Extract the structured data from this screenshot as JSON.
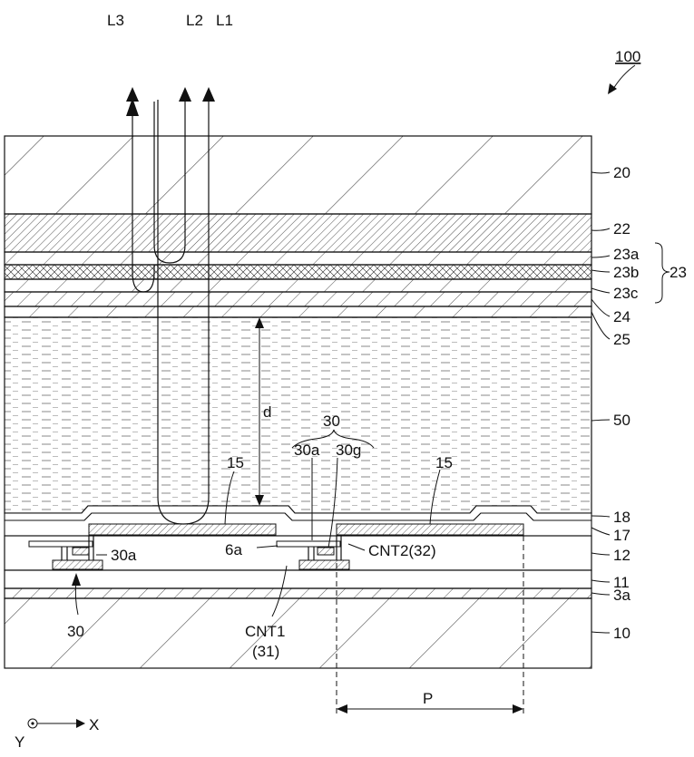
{
  "figure_ref": "100",
  "light_rays": [
    "L3",
    "L2",
    "L1"
  ],
  "layers": {
    "l20": "20",
    "l22": "22",
    "l23a": "23a",
    "l23b": "23b",
    "l23c": "23c",
    "l23": "23",
    "l24": "24",
    "l25": "25",
    "l50": "50",
    "l18": "18",
    "l17": "17",
    "l12": "12",
    "l11": "11",
    "l3a": "3a",
    "l10": "10"
  },
  "gap_label": "d",
  "pitch_label": "P",
  "elements": {
    "tft_top": "30",
    "tft_sub_a": "30a",
    "tft_sub_g": "30g",
    "electrode_left": "15",
    "electrode_right": "15",
    "tft_left_a": "30a",
    "wire_6a": "6a",
    "cnt2": "CNT2(32)",
    "tft_bottom": "30",
    "cnt1": "CNT1",
    "cnt1_sub": "(31)"
  },
  "axes": {
    "y": "Y",
    "x": "X"
  }
}
